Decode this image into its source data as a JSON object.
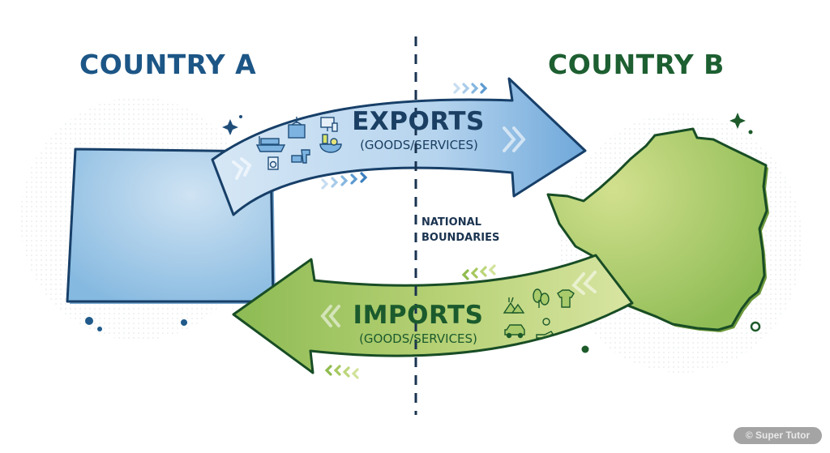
{
  "country_a": {
    "label": "COUNTRY A",
    "color": "#1c5686",
    "fill": "#9cc8e8"
  },
  "country_b": {
    "label": "COUNTRY B",
    "color": "#1d5f31",
    "fill": "#9cc460"
  },
  "exports": {
    "label": "EXPORTS",
    "sublabel": "(GOODS/SERVICES)",
    "direction": "Country A to Country B",
    "icons": [
      "cargo-ship-icon",
      "shipping-container-icon",
      "computer-devices-icon",
      "washing-machine-icon",
      "power-drill-icon",
      "food-bowl-icon"
    ]
  },
  "imports": {
    "label": "IMPORTS",
    "sublabel": "(GOODS/SERVICES)",
    "direction": "Country B to Country A",
    "icons": [
      "raw-materials-icon",
      "plant-leaves-icon",
      "t-shirt-icon",
      "car-icon",
      "service-hand-gear-icon"
    ]
  },
  "boundary": {
    "line1": "NATIONAL",
    "line2": "BOUNDARIES"
  },
  "watermark": "© Super Tutor"
}
